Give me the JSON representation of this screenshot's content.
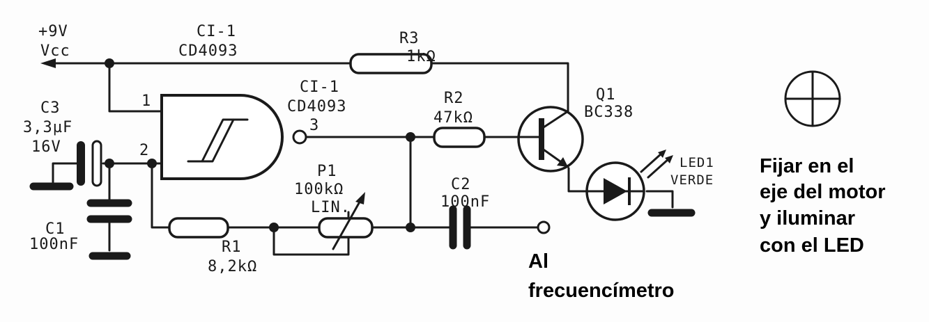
{
  "supply": {
    "voltage": "+9V",
    "name": "Vcc"
  },
  "ic_top": {
    "ref": "CI-1",
    "part": "CD4093"
  },
  "gate": {
    "ref": "CI-1",
    "part": "CD4093",
    "pin_in1": "1",
    "pin_in2": "2",
    "pin_out": "3"
  },
  "r3": {
    "ref": "R3",
    "value": "1kΩ"
  },
  "r2": {
    "ref": "R2",
    "value": "47kΩ"
  },
  "r1": {
    "ref": "R1",
    "value": "8,2kΩ"
  },
  "p1": {
    "ref": "P1",
    "value": "100kΩ",
    "type": "LIN."
  },
  "c1": {
    "ref": "C1",
    "value": "100nF"
  },
  "c2": {
    "ref": "C2",
    "value": "100nF"
  },
  "c3": {
    "ref": "C3",
    "value": "3,3µF",
    "voltage": "16V"
  },
  "q1": {
    "ref": "Q1",
    "part": "BC338"
  },
  "led1": {
    "ref": "LED1",
    "color": "VERDE"
  },
  "note_output": {
    "line1": "Al",
    "line2": "frecuencímetro"
  },
  "note_fix": {
    "line1": "Fijar en el",
    "line2": "eje del motor",
    "line3": "y iluminar",
    "line4": "con el LED"
  }
}
